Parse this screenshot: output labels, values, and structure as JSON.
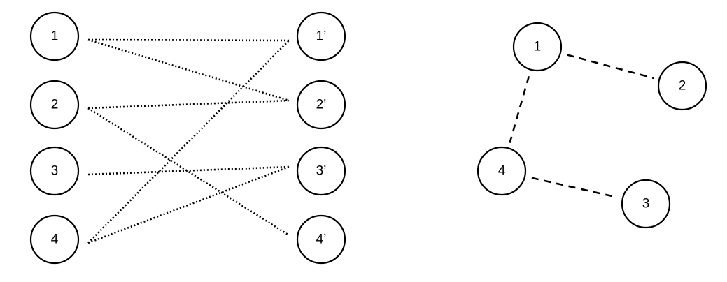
{
  "bipartite_graph": {
    "left_nodes": [
      {
        "id": "L1",
        "label": "1"
      },
      {
        "id": "L2",
        "label": "2"
      },
      {
        "id": "L3",
        "label": "3"
      },
      {
        "id": "L4",
        "label": "4"
      }
    ],
    "right_nodes": [
      {
        "id": "R1",
        "label": "1’"
      },
      {
        "id": "R2",
        "label": "2’"
      },
      {
        "id": "R3",
        "label": "3’"
      },
      {
        "id": "R4",
        "label": "4’"
      }
    ],
    "edges": [
      [
        "L1",
        "R1"
      ],
      [
        "L1",
        "R2"
      ],
      [
        "L2",
        "R2"
      ],
      [
        "L2",
        "R4"
      ],
      [
        "L3",
        "R3"
      ],
      [
        "L4",
        "R1"
      ],
      [
        "L4",
        "R3"
      ]
    ],
    "edge_style": "dotted"
  },
  "graph": {
    "nodes": [
      {
        "id": "G1",
        "label": "1"
      },
      {
        "id": "G2",
        "label": "2"
      },
      {
        "id": "G4",
        "label": "4"
      },
      {
        "id": "G3",
        "label": "3"
      }
    ],
    "edges": [
      [
        "G1",
        "G2"
      ],
      [
        "G1",
        "G4"
      ],
      [
        "G4",
        "G3"
      ]
    ],
    "edge_style": "dashed"
  },
  "colors": {
    "stroke": "#000000",
    "fill": "#ffffff"
  }
}
